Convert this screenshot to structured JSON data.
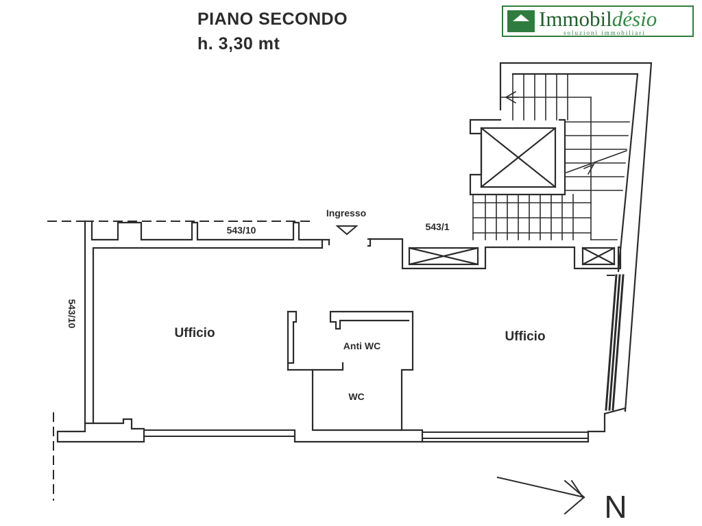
{
  "title": {
    "line1": "PIANO SECONDO",
    "line2": "h. 3,30 mt"
  },
  "logo": {
    "name_part1": "Immobil",
    "name_part2": "désio",
    "tagline": "soluzioni immobiliari",
    "color": "#2f7d3e"
  },
  "labels": {
    "entrance": "Ingresso",
    "parcel_top_left": "543/10",
    "parcel_top_right": "543/1",
    "parcel_left": "543/10",
    "office_left": "Ufficio",
    "office_right": "Ufficio",
    "anti_wc": "Anti WC",
    "wc": "WC",
    "north": "N"
  },
  "colors": {
    "ink": "#2b2b2b",
    "paper": "#ffffff"
  }
}
